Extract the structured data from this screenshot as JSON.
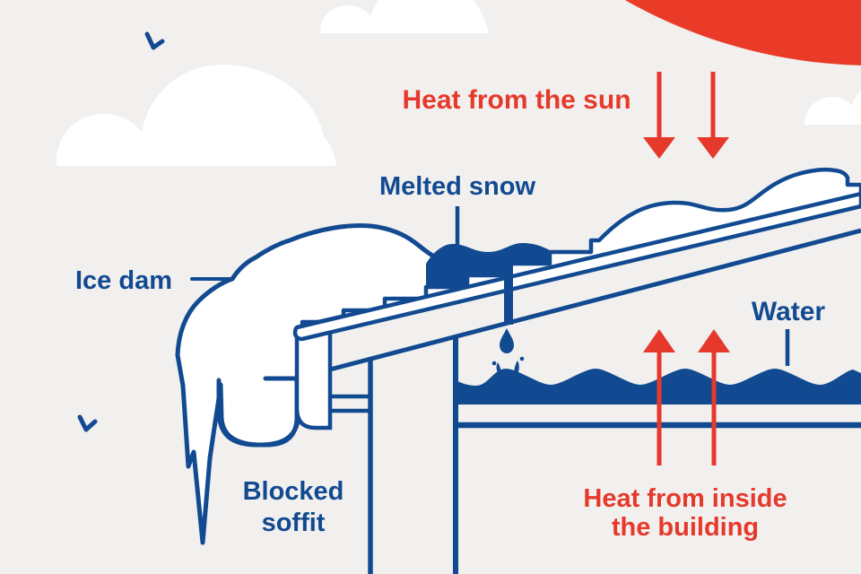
{
  "diagram": {
    "title_hint": "Ice dam formation on a roof",
    "labels": {
      "heat_sun": "Heat from the sun",
      "melted_snow": "Melted snow",
      "ice_dam": "Ice dam",
      "water": "Water",
      "blocked_soffit": [
        "Blocked",
        "soffit"
      ],
      "heat_inside": [
        "Heat from inside",
        "the building"
      ]
    },
    "colors": {
      "background": "#f1f0ee",
      "blue": "#124a91",
      "red": "#e6392b",
      "white": "#ffffff"
    },
    "elements": [
      "sun-icon",
      "cloud-icon",
      "bird-icon",
      "roof-deck",
      "snow-ice-layer",
      "melted-snow-pool",
      "ice-dam-shape",
      "gutter",
      "fascia",
      "blocked-soffit-area",
      "attic-water",
      "water-drop",
      "splash",
      "heat-arrow-down",
      "heat-arrow-up"
    ]
  }
}
